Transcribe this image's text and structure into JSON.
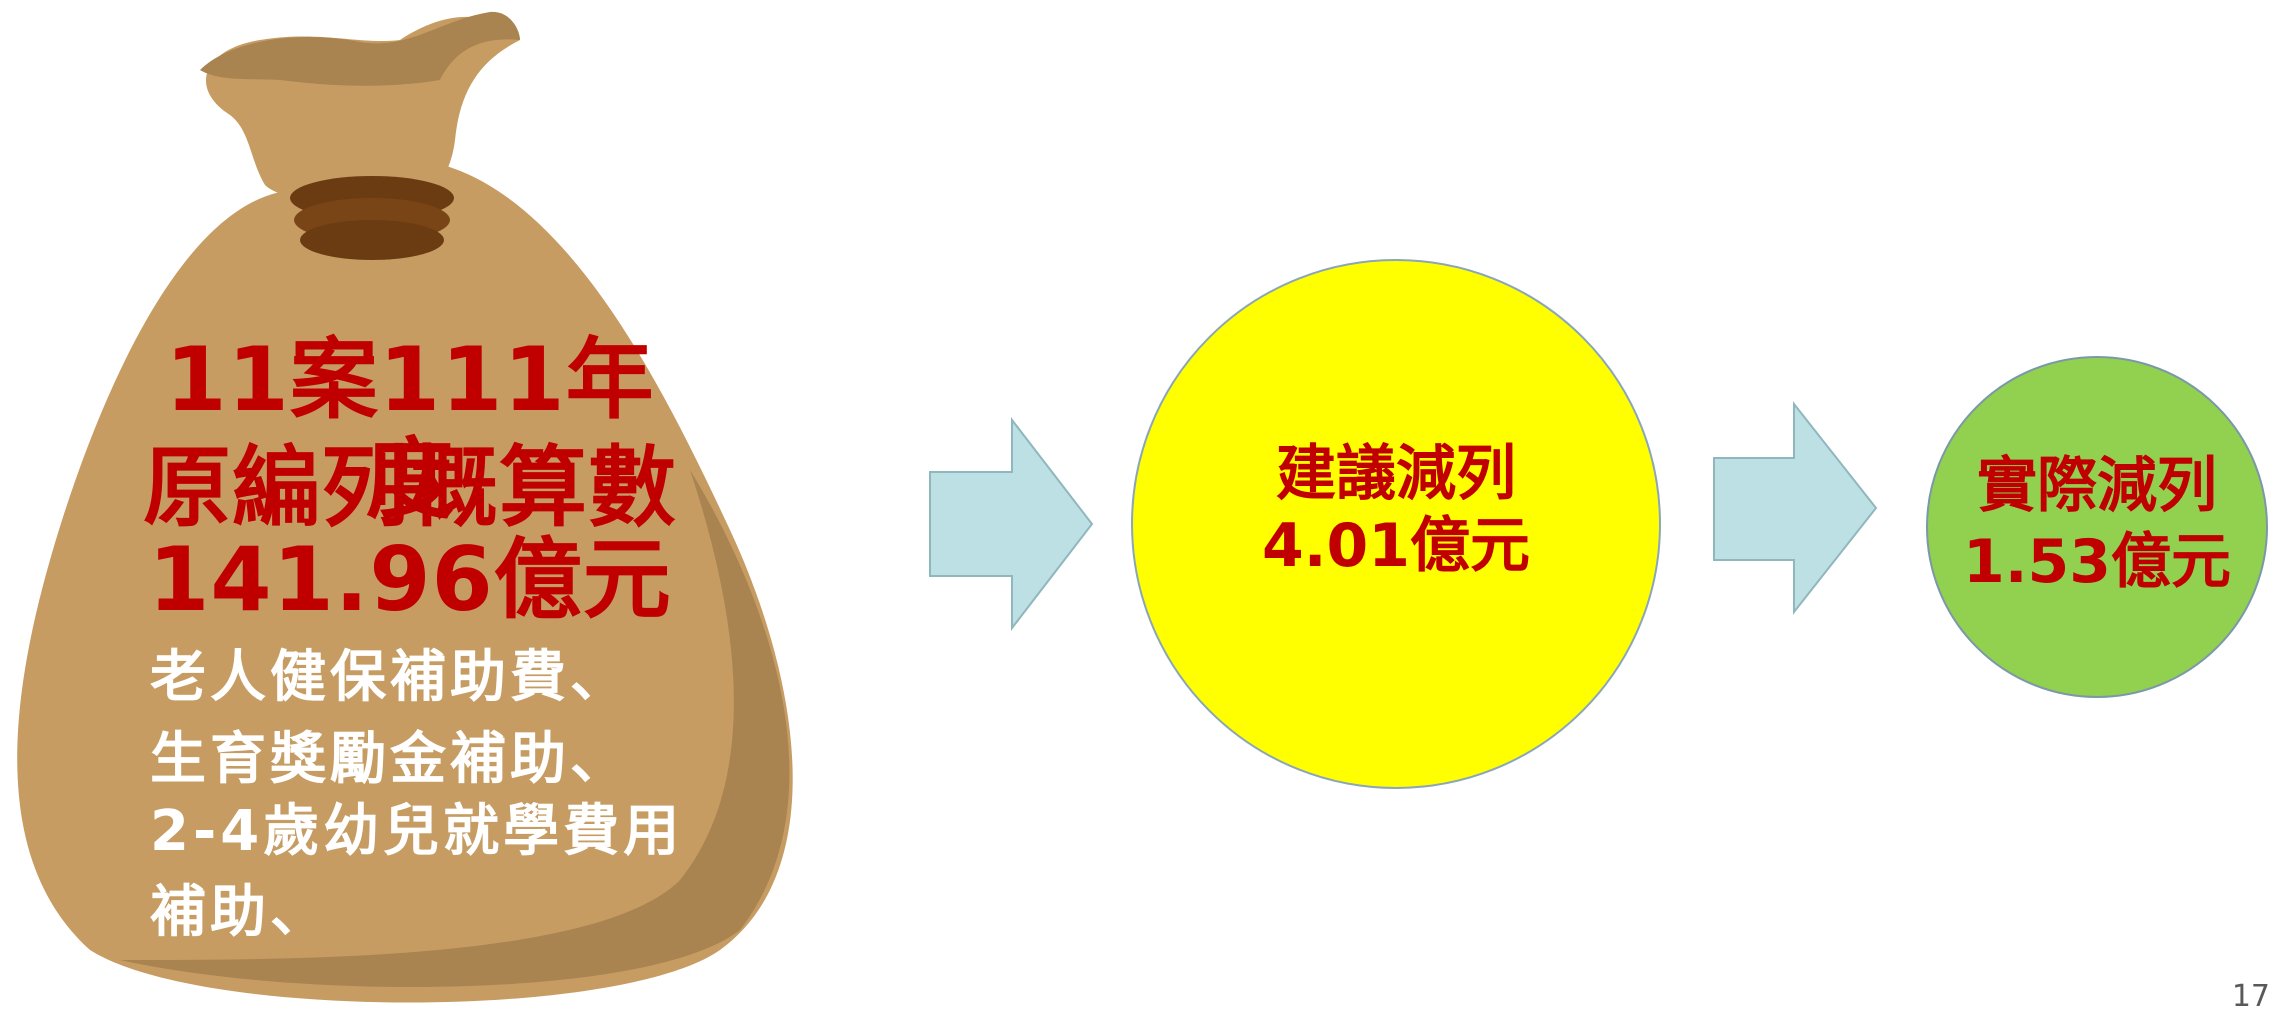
{
  "bag": {
    "title_line1": "11案111年度",
    "title_line2": "原編列概算數",
    "title_line3": "141.96億元",
    "items_line1": "老人健保補助費、",
    "items_line2": "生育獎勵金補助、",
    "items_line3": "2-4歲幼兒就學費用",
    "items_line4": "補助、"
  },
  "suggested": {
    "label": "建議減列",
    "value": "4.01億元"
  },
  "actual": {
    "label": "實際減列",
    "value": "1.53億元"
  },
  "page_number": "17",
  "colors": {
    "bag": "#c69c62",
    "bag_shadow": "#a98350",
    "tie": "#6b3b12",
    "arrow": "#bde0e4",
    "suggested_circle": "#ffff00",
    "actual_circle": "#92d050",
    "highlight_text": "#c00000"
  }
}
